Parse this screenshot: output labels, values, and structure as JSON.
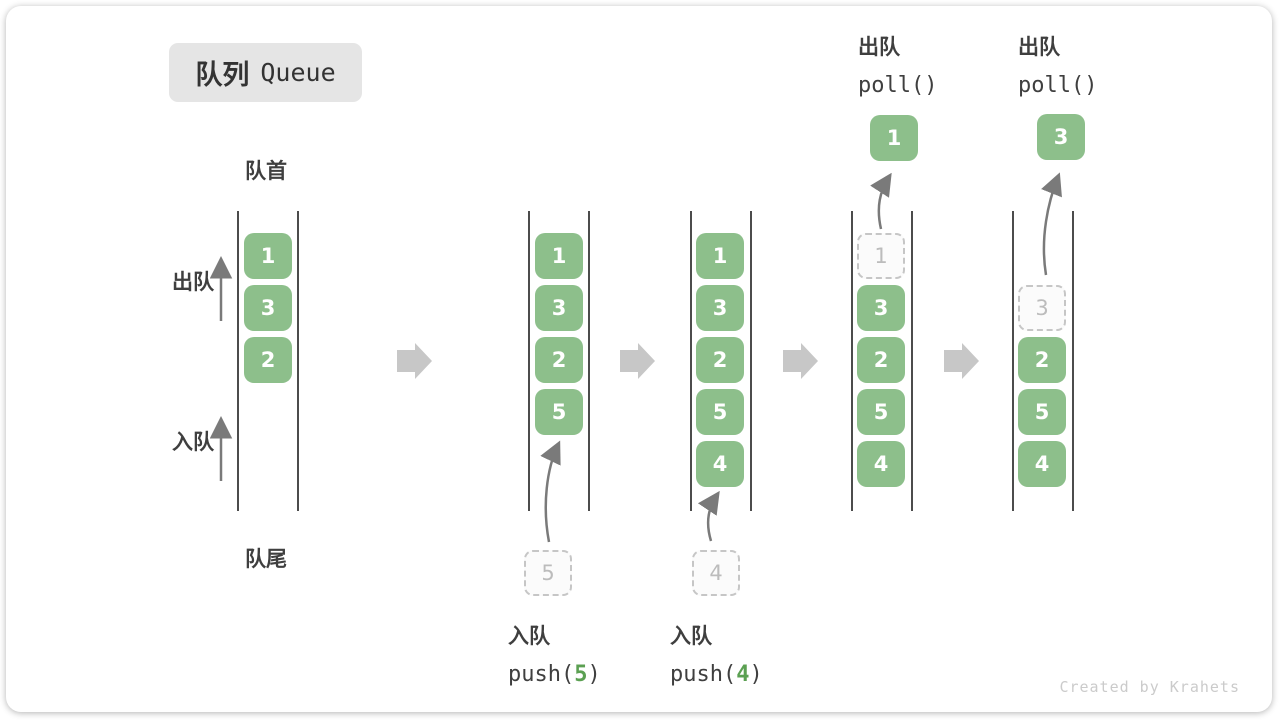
{
  "title": {
    "zh": "队列",
    "en": "Queue"
  },
  "labels": {
    "front": "队首",
    "rear": "队尾",
    "dequeue": "出队",
    "enqueue": "入队"
  },
  "queue_states": [
    {
      "cells": [
        {
          "value": "1",
          "kind": "solid"
        },
        {
          "value": "3",
          "kind": "solid"
        },
        {
          "value": "2",
          "kind": "solid"
        }
      ]
    },
    {
      "cells": [
        {
          "value": "1",
          "kind": "solid"
        },
        {
          "value": "3",
          "kind": "solid"
        },
        {
          "value": "2",
          "kind": "solid"
        },
        {
          "value": "5",
          "kind": "solid"
        }
      ],
      "staged_value": "5",
      "operation": {
        "label": "入队",
        "code_before": "push(",
        "code_arg": "5",
        "code_after": ")"
      }
    },
    {
      "cells": [
        {
          "value": "1",
          "kind": "solid"
        },
        {
          "value": "3",
          "kind": "solid"
        },
        {
          "value": "2",
          "kind": "solid"
        },
        {
          "value": "5",
          "kind": "solid"
        },
        {
          "value": "4",
          "kind": "solid"
        }
      ],
      "staged_value": "4",
      "operation": {
        "label": "入队",
        "code_before": "push(",
        "code_arg": "4",
        "code_after": ")"
      }
    },
    {
      "cells": [
        {
          "value": "1",
          "kind": "dashed"
        },
        {
          "value": "3",
          "kind": "solid"
        },
        {
          "value": "2",
          "kind": "solid"
        },
        {
          "value": "5",
          "kind": "solid"
        },
        {
          "value": "4",
          "kind": "solid"
        }
      ],
      "removed_value": "1",
      "operation": {
        "label": "出队",
        "code_before": "poll()",
        "code_arg": "",
        "code_after": ""
      }
    },
    {
      "cells": [
        {
          "value": "3",
          "kind": "dashed"
        },
        {
          "value": "2",
          "kind": "solid"
        },
        {
          "value": "5",
          "kind": "solid"
        },
        {
          "value": "4",
          "kind": "solid"
        }
      ],
      "removed_value": "3",
      "operation": {
        "label": "出队",
        "code_before": "poll()",
        "code_arg": "",
        "code_after": ""
      }
    }
  ],
  "colors": {
    "box_green": "#8dbf8b",
    "code_arg_green": "#5ba052",
    "badge_bg": "#e5e5e5",
    "text_dark": "#3f3f3f",
    "dashed_border": "#c6c6c6",
    "dashed_text": "#bcbcbc",
    "wall_gray": "#4c4c4c",
    "thin_arrow_gray": "#7a7a7a",
    "block_arrow_gray": "#c7c7c7",
    "watermark_gray": "#cbcbcb"
  },
  "watermark": "Created by Krahets"
}
